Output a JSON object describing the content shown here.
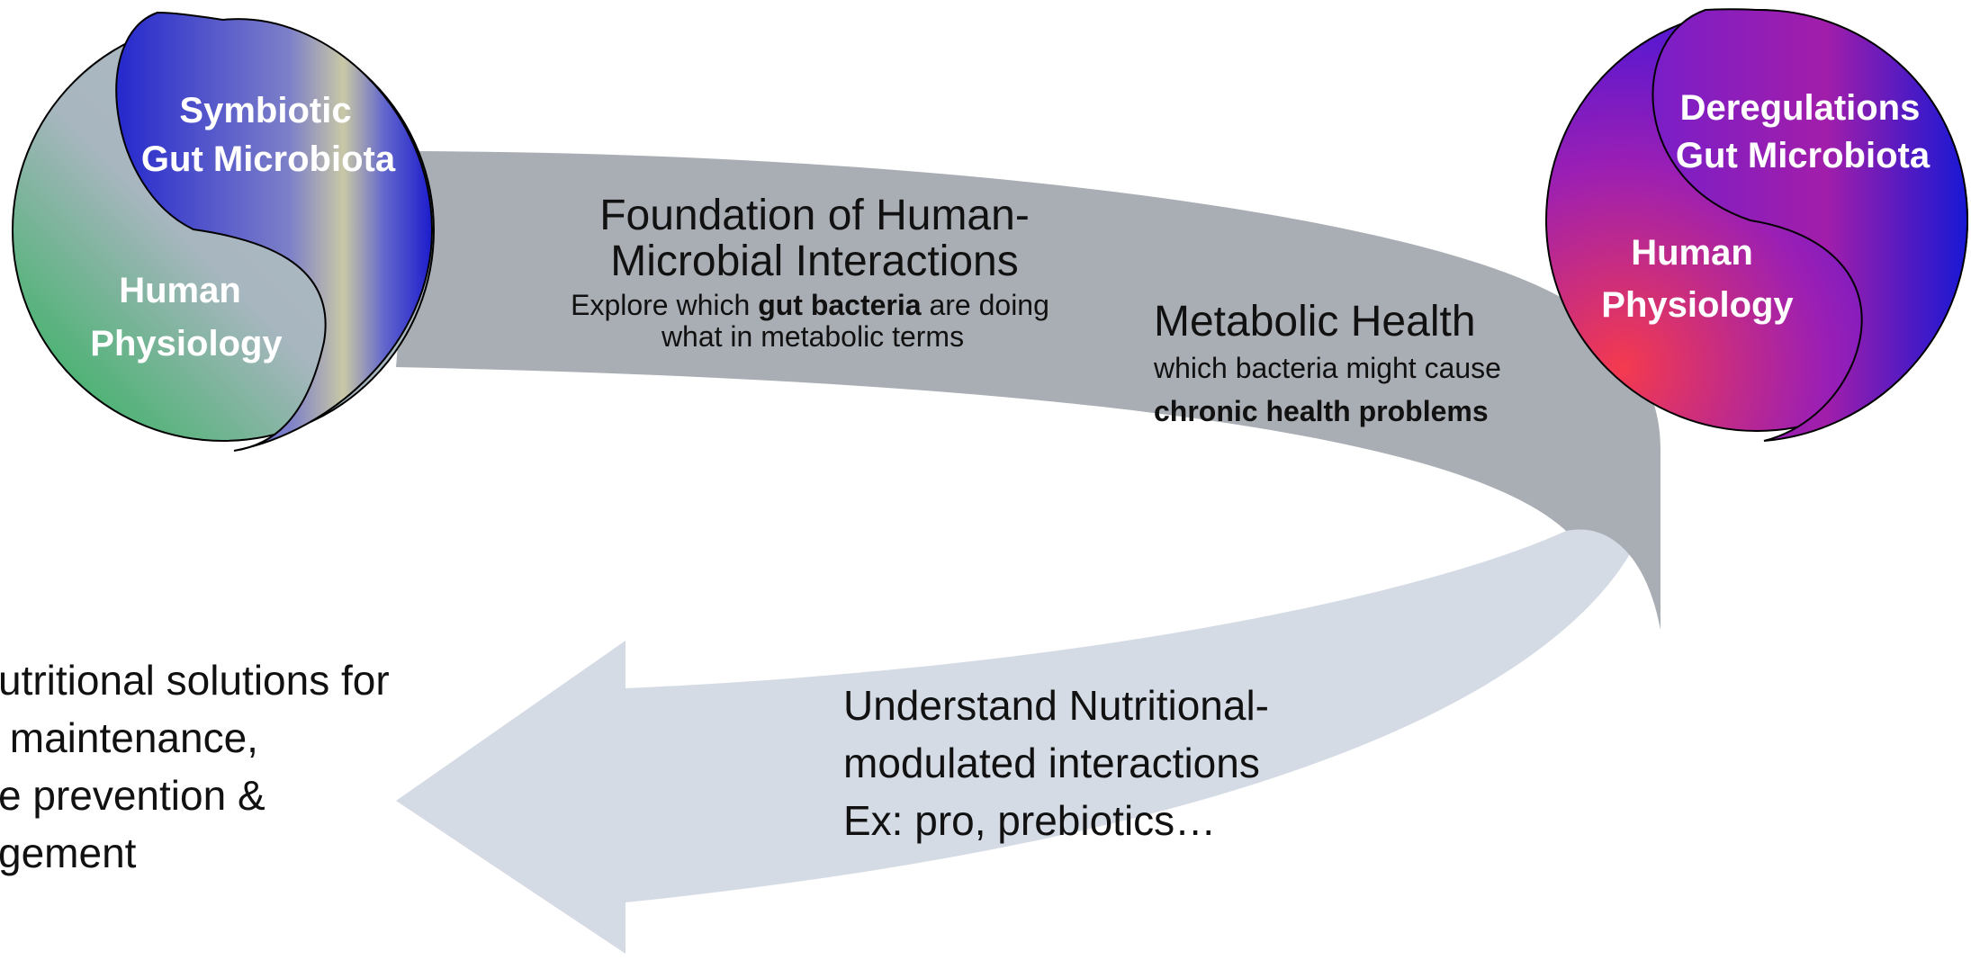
{
  "left_circle": {
    "top_label": [
      "Symbiotic",
      "Gut Microbiota"
    ],
    "bottom_label": [
      "Human",
      "Physiology"
    ]
  },
  "right_circle": {
    "top_label": [
      "Deregulations",
      "Gut Microbiota"
    ],
    "bottom_label": [
      "Human",
      "Physiology"
    ]
  },
  "foundation": {
    "title": [
      "Foundation of Human-",
      "Microbial Interactions"
    ],
    "desc_line1_pre": "Explore which ",
    "desc_line1_bold": "gut bacteria",
    "desc_line1_post": " are doing",
    "desc_line2": "what in metabolic terms"
  },
  "metabolic": {
    "title": "Metabolic Health",
    "line1": "which bacteria might cause",
    "line2_bold": "chronic health problems"
  },
  "nutritional": {
    "lines": [
      "Understand Nutritional-",
      "modulated interactions",
      "Ex: pro, prebiotics…"
    ]
  },
  "solutions": {
    "lines": [
      "utritional solutions for",
      " maintenance,",
      "e prevention &",
      "gement"
    ]
  },
  "colors": {
    "band_top": "#a9adb4",
    "band_bottom": "#d5dbe5",
    "circle_blue": "#1f1fcf",
    "circle_green": "#27b358",
    "circle_gray": "#a6b4c0",
    "circle_purple": "#6b14c8",
    "circle_red": "#f43a4e"
  }
}
